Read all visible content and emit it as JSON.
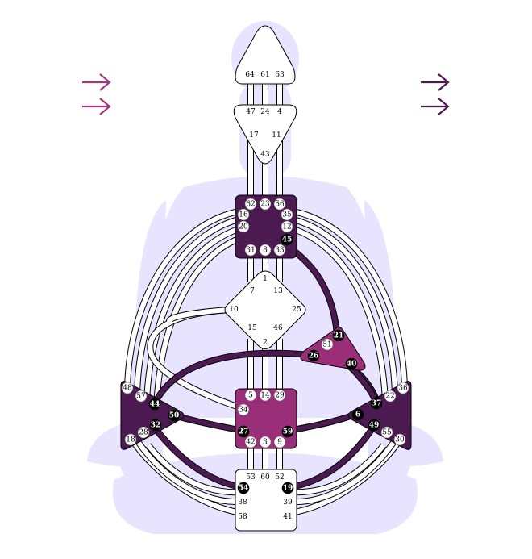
{
  "colors": {
    "silhouette": "#e8e4ff",
    "dark": "#4a1a50",
    "magenta": "#9a2e78",
    "arrow_left": "#a03a80",
    "arrow_right": "#4a1a50",
    "white": "#ffffff",
    "black": "#000000"
  },
  "arrows": {
    "left": [
      "right-arrow-icon",
      "right-arrow-icon"
    ],
    "right": [
      "right-arrow-icon",
      "right-arrow-icon"
    ]
  },
  "centers": {
    "head": {
      "defined": false,
      "gates": [
        "64",
        "61",
        "63"
      ]
    },
    "ajna": {
      "defined": false,
      "gates": [
        "47",
        "24",
        "4",
        "17",
        "11",
        "43"
      ]
    },
    "throat": {
      "defined": true,
      "color": "dark",
      "gates": [
        "62",
        "23",
        "56",
        "16",
        "35",
        "20",
        "12",
        "45",
        "31",
        "8",
        "33"
      ]
    },
    "g": {
      "defined": false,
      "gates": [
        "1",
        "7",
        "13",
        "10",
        "25",
        "15",
        "46",
        "2"
      ]
    },
    "heart": {
      "defined": true,
      "color": "magenta",
      "gates": [
        "21",
        "51",
        "26",
        "40"
      ]
    },
    "spleen": {
      "defined": true,
      "color": "dark",
      "gates": [
        "48",
        "57",
        "44",
        "50",
        "32",
        "28",
        "18"
      ]
    },
    "sacral": {
      "defined": true,
      "color": "magenta",
      "gates": [
        "5",
        "14",
        "29",
        "34",
        "27",
        "59",
        "42",
        "3",
        "9"
      ]
    },
    "solar_plexus": {
      "defined": true,
      "color": "dark",
      "gates": [
        "36",
        "22",
        "37",
        "6",
        "49",
        "55",
        "30"
      ]
    },
    "root": {
      "defined": false,
      "gates": [
        "53",
        "60",
        "52",
        "54",
        "19",
        "38",
        "39",
        "58",
        "41"
      ]
    }
  },
  "active_gates": [
    "45",
    "21",
    "26",
    "40",
    "44",
    "50",
    "32",
    "27",
    "59",
    "6",
    "37",
    "49",
    "54",
    "19"
  ],
  "active_channels": [
    "21-45",
    "26-44",
    "37-40",
    "6-59",
    "27-50",
    "32-54",
    "19-49"
  ]
}
